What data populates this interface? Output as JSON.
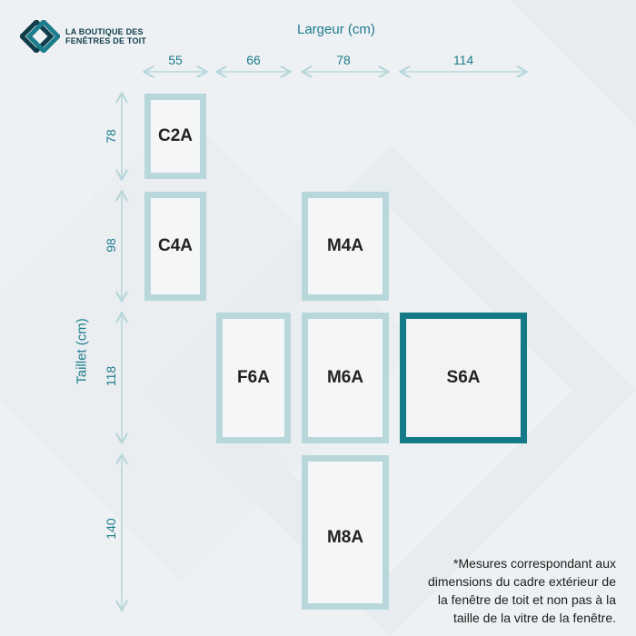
{
  "brand": {
    "line1": "LA BOUTIQUE DES",
    "line2": "FENÊTRES DE TOIT",
    "colors": {
      "dark": "#0f3d4a",
      "accent": "#1d7c8c",
      "light": "#b8d7db"
    }
  },
  "axes": {
    "width_title": "Largeur (cm)",
    "height_title": "Taillet (cm)",
    "widths": [
      "55",
      "66",
      "78",
      "114"
    ],
    "heights": [
      "78",
      "98",
      "118",
      "140"
    ]
  },
  "windows": [
    {
      "code": "C2A"
    },
    {
      "code": "C4A"
    },
    {
      "code": "M4A"
    },
    {
      "code": "F6A"
    },
    {
      "code": "M6A"
    },
    {
      "code": "S6A",
      "highlighted": true
    },
    {
      "code": "M8A"
    }
  ],
  "footnote": {
    "line1": "*Mesures correspondant aux",
    "line2": "dimensions du cadre extérieur de",
    "line3": "la fenêtre de toit et non pas à la",
    "line4": "taille de la vitre de la fenêtre."
  }
}
